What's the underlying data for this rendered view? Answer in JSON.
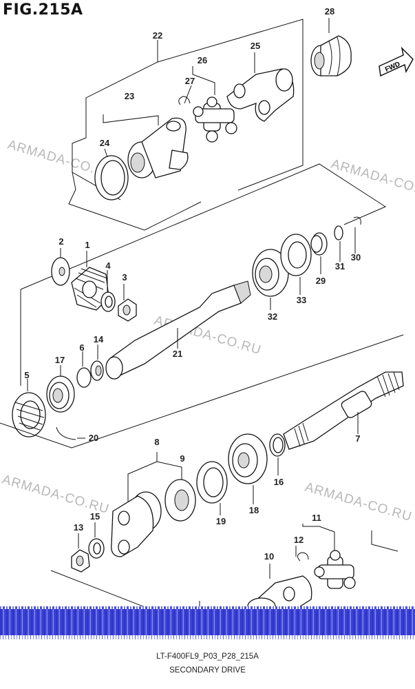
{
  "figure": {
    "title": "FIG.215A",
    "fwd_label": "FWD",
    "code": "LT-F400FL9_P03_P28_215A",
    "subtitle": "SECONDARY DRIVE"
  },
  "watermarks": [
    "ARMADA-CO.RU",
    "ARMADA-CO.RU",
    "ARMADA-CO.RU",
    "ARMADA-CO.RU",
    "ARMADA-CO.RU"
  ],
  "callouts": [
    "1",
    "2",
    "3",
    "4",
    "5",
    "6",
    "7",
    "8",
    "9",
    "10",
    "11",
    "12",
    "13",
    "14",
    "15",
    "16",
    "17",
    "18",
    "19",
    "20",
    "21",
    "22",
    "23",
    "24",
    "25",
    "26",
    "27",
    "28",
    "29",
    "30",
    "31",
    "32",
    "33"
  ]
}
